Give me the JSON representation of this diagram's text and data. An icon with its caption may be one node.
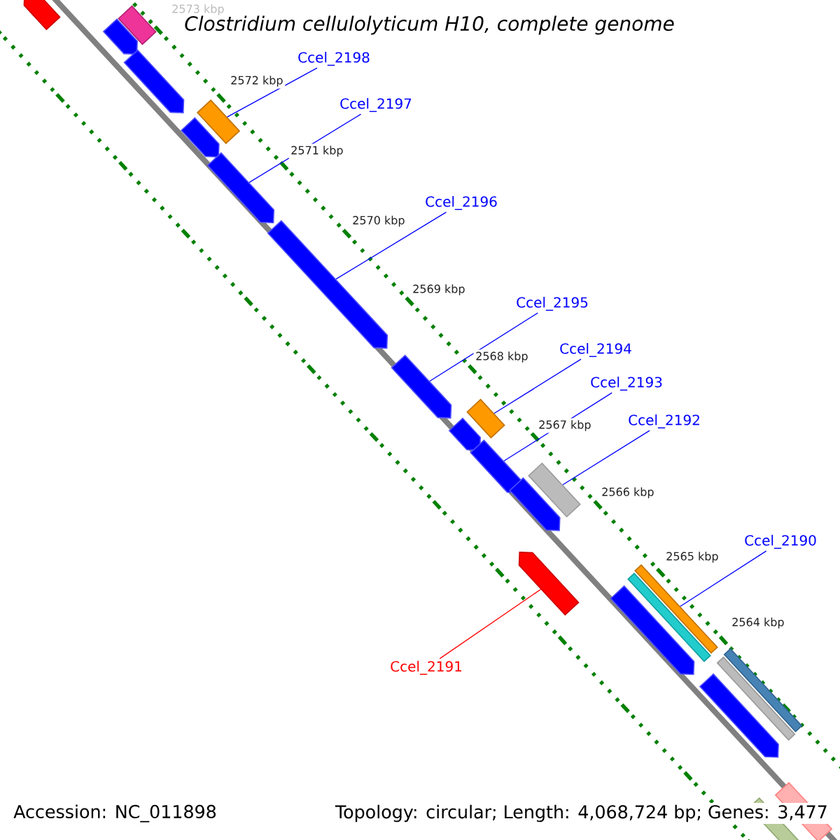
{
  "diagram": {
    "title": "Clostridium cellulolyticum H10, complete genome",
    "nodes": [
      {
        "text": [
          "Ccel_2198"
        ]
      },
      {
        "text": [
          "Ccel_2197"
        ]
      },
      {
        "text": [
          "Ccel_2196"
        ]
      },
      {
        "text": [
          "Ccel_2195"
        ]
      },
      {
        "text": [
          "Ccel_2194"
        ]
      },
      {
        "text": [
          "Ccel_2193"
        ]
      },
      {
        "text": [
          "Ccel_2192"
        ]
      },
      {
        "text": [
          "Ccel_2190"
        ]
      },
      {
        "text": [
          "Ccel_2191"
        ]
      },
      {
        "text": [],
        "shape": "arrow"
      },
      {
        "text": [],
        "shape": "box"
      },
      {
        "text": [],
        "shape": "arrow"
      },
      {
        "text": [],
        "shape": "arrow"
      },
      {
        "text": [],
        "shape": "box"
      },
      {
        "text": [],
        "shape": "arrow"
      },
      {
        "text": [],
        "shape": "arrow"
      },
      {
        "text": [],
        "shape": "arrow"
      },
      {
        "text": [],
        "shape": "arrow"
      },
      {
        "text": [],
        "shape": "box"
      },
      {
        "text": [],
        "shape": "arrow"
      },
      {
        "text": [],
        "shape": "arrow"
      },
      {
        "text": [],
        "shape": "box"
      },
      {
        "text": [],
        "shape": "arrow"
      },
      {
        "text": [],
        "shape": "arrow"
      },
      {
        "text": [],
        "shape": "box"
      },
      {
        "text": [],
        "shape": "box"
      },
      {
        "text": [],
        "shape": "arrow"
      },
      {
        "text": [],
        "shape": "box"
      },
      {
        "text": [],
        "shape": "box"
      },
      {
        "text": [],
        "shape": "arrow"
      },
      {
        "text": [],
        "shape": "box"
      },
      {
        "text": [],
        "shape": "box"
      }
    ],
    "edges": [
      {
        "from": 0,
        "to": 13,
        "arrow": "none"
      },
      {
        "from": 1,
        "to": 15,
        "arrow": "none"
      },
      {
        "from": 2,
        "to": 16,
        "arrow": "none"
      },
      {
        "from": 3,
        "to": 17,
        "arrow": "none"
      },
      {
        "from": 4,
        "to": 18,
        "arrow": "none"
      },
      {
        "from": 5,
        "to": 20,
        "arrow": "none"
      },
      {
        "from": 6,
        "to": 21,
        "arrow": "none"
      },
      {
        "from": 7,
        "to": 24,
        "arrow": "none"
      },
      {
        "from": 8,
        "to": 23,
        "arrow": "none",
        "color": "#ff0000"
      }
    ],
    "labels": [
      "2573 kbp",
      "2572 kbp",
      "2571 kbp",
      "2570 kbp",
      "2569 kbp",
      "2568 kbp",
      "2567 kbp",
      "2566 kbp",
      "2565 kbp",
      "2564 kbp",
      "Accession: NC_011898",
      "Topology: circular; Length: 4,068,724 bp; Genes: 3,477"
    ]
  }
}
